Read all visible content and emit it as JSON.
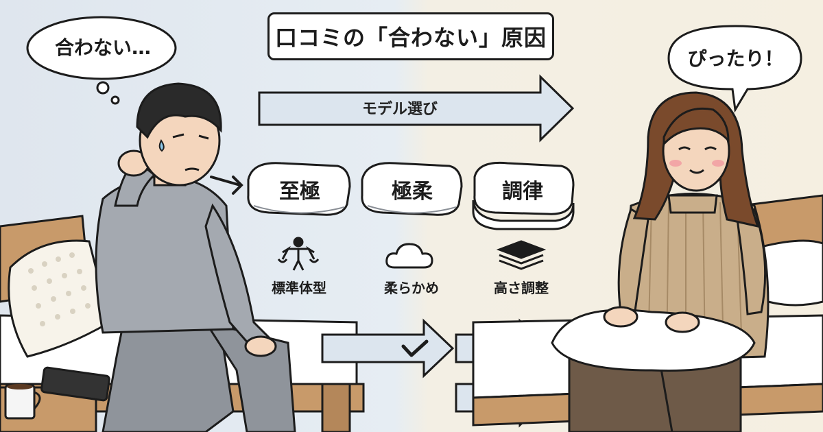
{
  "title": "口コミの「合わない」原因",
  "left_bubble": {
    "text": "合わない…"
  },
  "right_bubble": {
    "text": "ぴったり！"
  },
  "model_arrow": {
    "label": "モデル選び"
  },
  "pillows": [
    {
      "name": "至極"
    },
    {
      "name": "極柔"
    },
    {
      "name": "調律"
    }
  ],
  "features": [
    {
      "label": "標準体型",
      "icon": "person-scale-icon"
    },
    {
      "label": "柔らかめ",
      "icon": "cloud-icon"
    },
    {
      "label": "高さ調整",
      "icon": "layers-icon"
    }
  ],
  "colors": {
    "left_bg": "#dfe6ee",
    "right_bg": "#f5efe1",
    "arrow_fill": "#dce5ee",
    "outline": "#1c1c1c"
  }
}
